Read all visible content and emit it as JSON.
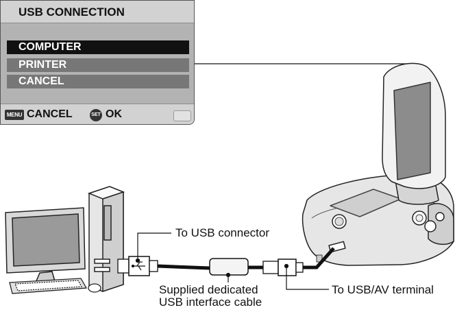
{
  "menu": {
    "title": "USB CONNECTION",
    "items": [
      {
        "label": "COMPUTER",
        "selected": true
      },
      {
        "label": "PRINTER",
        "selected": false
      },
      {
        "label": "CANCEL",
        "selected": false
      }
    ],
    "footer": {
      "menu_icon": "MENU",
      "cancel_label": "CANCEL",
      "set_icon": "SET",
      "ok_label": "OK"
    }
  },
  "callouts": {
    "usb_connector": "To USB connector",
    "usb_av_terminal": "To USB/AV terminal",
    "cable_line1": "Supplied dedicated",
    "cable_line2": "USB interface cable"
  },
  "icons": [
    "menu-icon",
    "set-icon",
    "battery-icon",
    "usb-icon"
  ],
  "colors": {
    "menu_bg": "#b3b3b3",
    "selected_item": "#111111",
    "normal_item": "#777777"
  }
}
